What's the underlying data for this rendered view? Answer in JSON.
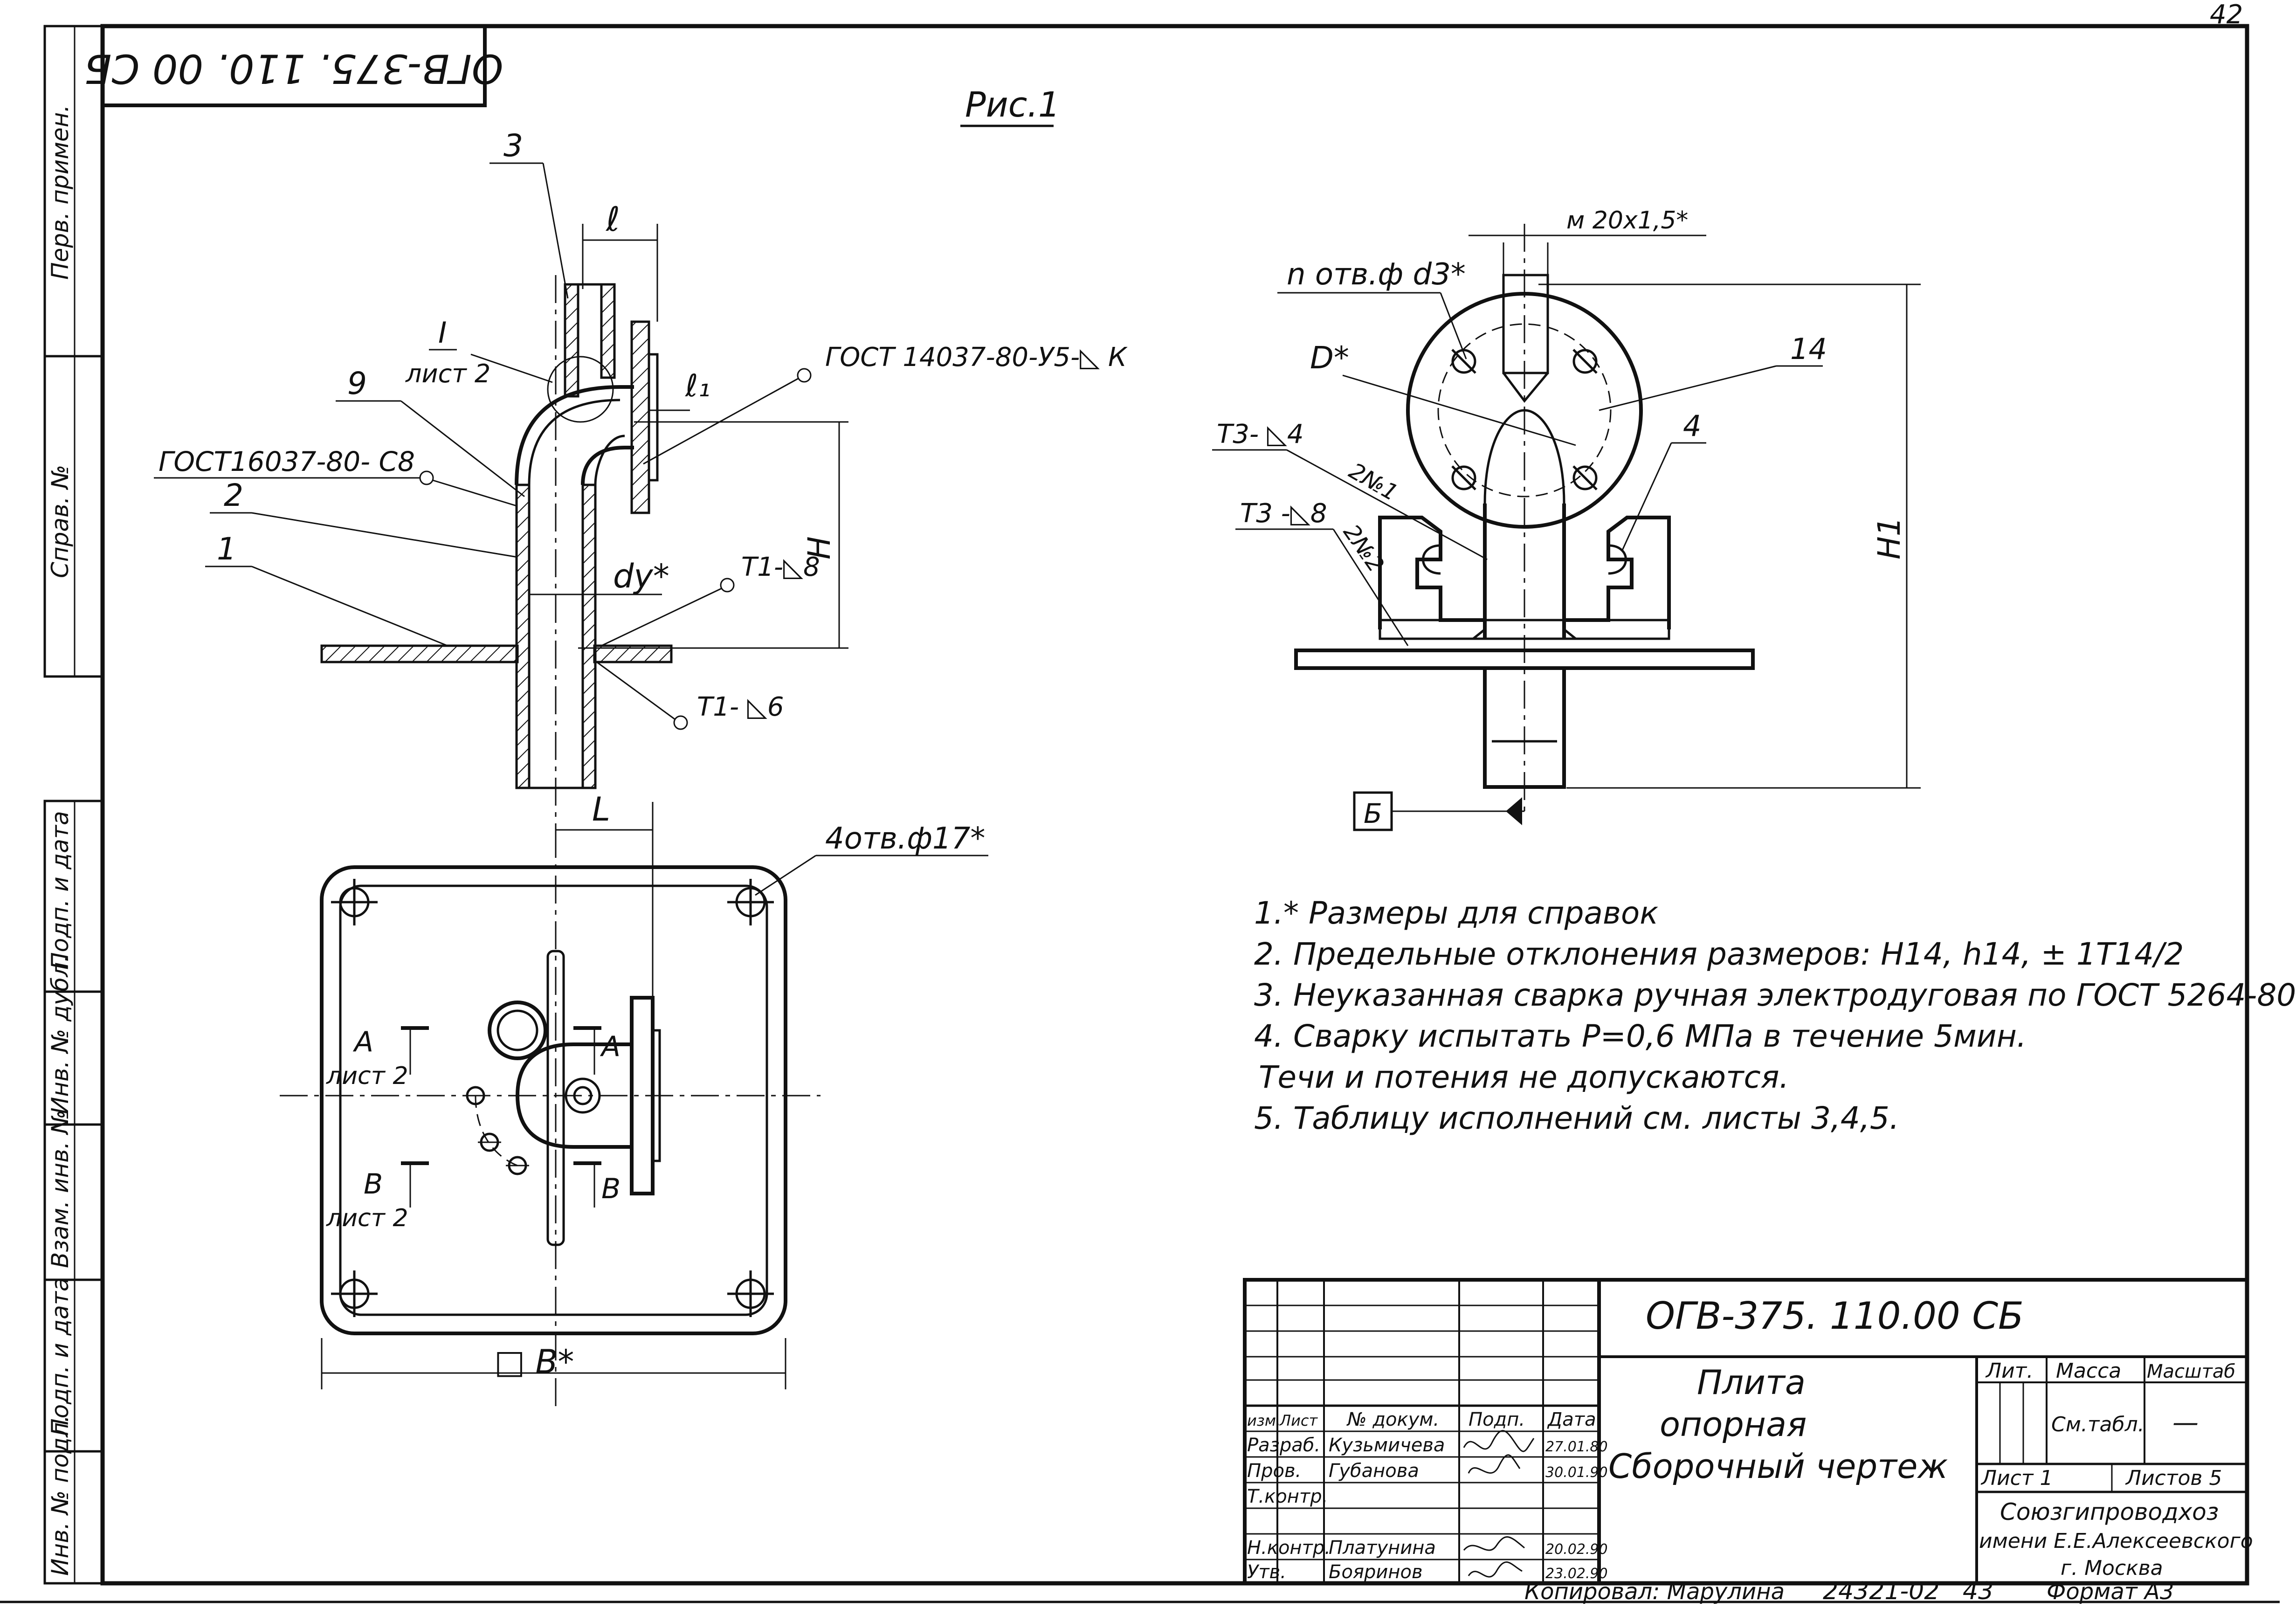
{
  "page_number": "42",
  "stamp_rotated": "ОГВ-375. 110. 00 СБ",
  "figure_label": "Рис.1",
  "side_columns": [
    {
      "label": "Перв. примен."
    },
    {
      "label": "Справ. №"
    },
    {
      "label": "Подп. и дата"
    },
    {
      "label": "Инв. № дубл."
    },
    {
      "label": "Взам. инв. №"
    },
    {
      "label": "Подп. и дата"
    },
    {
      "label": "Инв. № подл."
    }
  ],
  "left_view": {
    "callout_3": "3",
    "callout_9": "9",
    "callout_2": "2",
    "callout_1": "1",
    "detail_I": "I",
    "detail_sheet": "лист 2",
    "dim_l": "ℓ",
    "dim_l1": "ℓ₁",
    "dim_H": "H",
    "dim_dy": "dy*",
    "weld_top": "ГОСТ 14037-80-У5-◺ К",
    "weld_left": "ГОСТ16037-80- С8",
    "weld_t1_8": "Т1-◺8",
    "weld_t1_6": "Т1- ◺6"
  },
  "plan_view": {
    "dim_L": "L",
    "holes": "4отв.ф17*",
    "section_A": "А",
    "section_A_sheet": "лист 2",
    "section_B": "В",
    "section_B_sheet": "лист 2",
    "dim_B": "□ В*"
  },
  "right_view": {
    "thread": "м 20х1,5*",
    "holes": "n отв.ф d3*",
    "dim_D": "D*",
    "callout_14": "14",
    "callout_4": "4",
    "weld_t3_4": "Т3- ◺4",
    "weld_t3_8": "Т3 -◺8",
    "seam_1": "2№1",
    "seam_2": "2№2",
    "dim_H1": "H1",
    "base_letter": "Б"
  },
  "notes": [
    "1.* Размеры для справок",
    "2. Предельные отклонения размеров: Н14, h14, ± 1Т14/2",
    "3. Неуказанная сварка ручная электродуговая по ГОСТ 5264-80",
    "4. Сварку испытать Р=0,6 МПа в течение 5мин.",
    "Течи и потения не допускаются.",
    "5. Таблицу исполнений см. листы 3,4,5."
  ],
  "title_block": {
    "designation": "ОГВ-375. 110.00 СБ",
    "name_line1": "Плита",
    "name_line2": "опорная",
    "name_line3": "Сборочный чертеж",
    "col_izm": "изм.",
    "col_list": "Лист",
    "col_doc": "№ докум.",
    "col_sign": "Подп.",
    "col_date": "Дата",
    "rows": [
      {
        "role": "Разраб.",
        "name": "Кузьмичева",
        "date": "27.01.80"
      },
      {
        "role": "Пров.",
        "name": "Губанова",
        "date": "30.01.90"
      },
      {
        "role": "Т.контр.",
        "name": "",
        "date": ""
      },
      {
        "role": "Н.контр.",
        "name": "Платунина",
        "date": "20.02.90"
      },
      {
        "role": "Утв.",
        "name": "Бояринов",
        "date": "23.02.90"
      }
    ],
    "lit_label": "Лит.",
    "mass_label": "Масса",
    "scale_label": "Масштаб",
    "mass_value": "См.табл.",
    "scale_value": "—",
    "sheet_label": "Лист 1",
    "sheets_label": "Листов 5",
    "org_line1": "Союзгипроводхоз",
    "org_line2": "имени Е.Е.Алексеевского",
    "org_line3": "г. Москва"
  },
  "footer": {
    "copied": "Копировал: Марулина",
    "number": "24321-02",
    "sheet": "43",
    "format": "Формат А3"
  }
}
